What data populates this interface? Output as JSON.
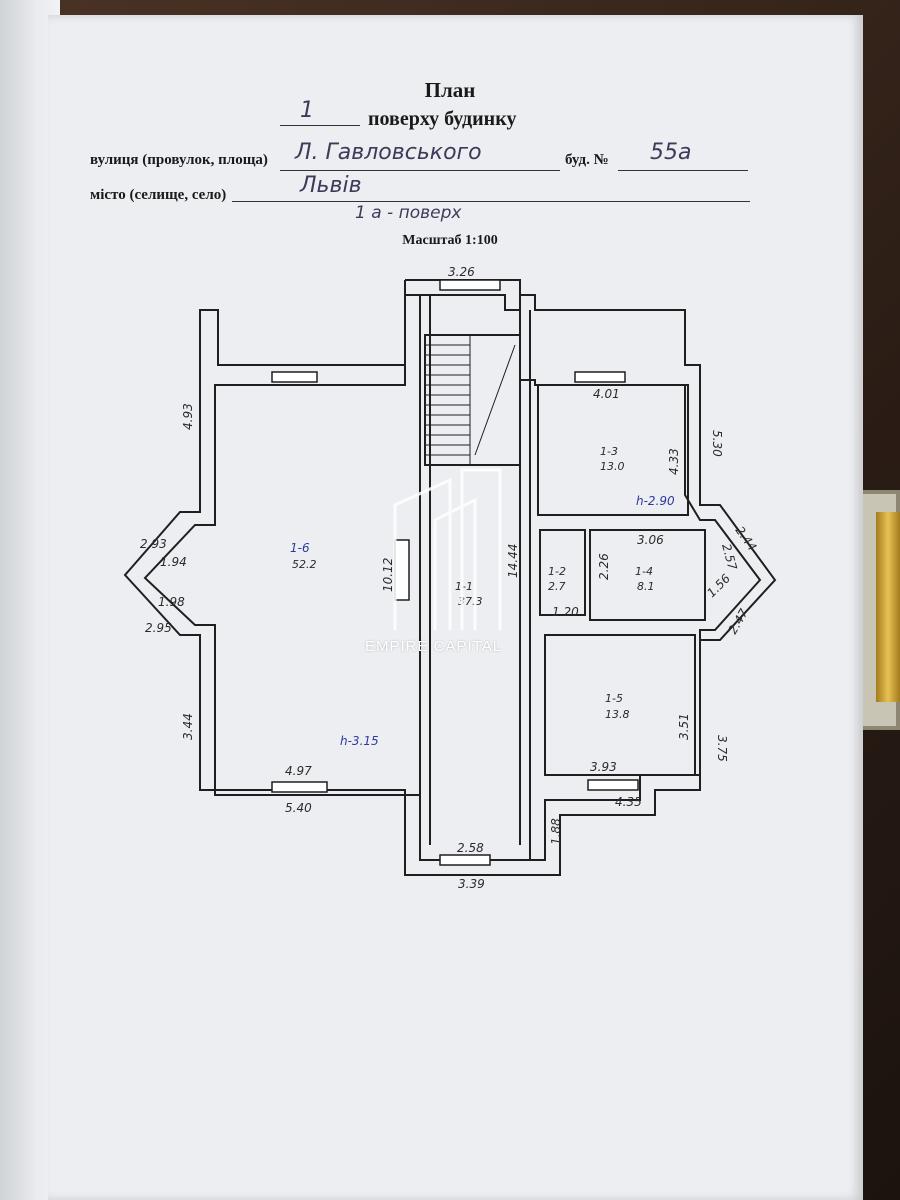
{
  "header": {
    "title": "План",
    "floor_number": "1",
    "floor_suffix": "поверху будинку",
    "street_label": "вулиця (провулок, площа)",
    "street_value": "Л. Гавловського",
    "building_label": "буд. №",
    "building_value": "55а",
    "city_label": "місто (селище, село)",
    "city_value": "Львів",
    "handwritten_note": "1 а - поверх",
    "scale": "Масштаб 1:100"
  },
  "rooms": [
    {
      "id": "1-6",
      "area": "52.2"
    },
    {
      "id": "1-1",
      "area": "37.3"
    },
    {
      "id": "1-2",
      "area": "2.7"
    },
    {
      "id": "1-3",
      "area": "13.0"
    },
    {
      "id": "1-4",
      "area": "8.1"
    },
    {
      "id": "1-5",
      "area": "13.8"
    }
  ],
  "heights": {
    "left": "h-3.15",
    "right": "h-2.90"
  },
  "dimensions": [
    "3.26",
    "4.93",
    "2.93",
    "1.94",
    "1.98",
    "2.95",
    "3.44",
    "4.97",
    "5.40",
    "10.12",
    "14.44",
    "2.58",
    "3.39",
    "1.88",
    "4.01",
    "5.30",
    "4.33",
    "3.06",
    "2.26",
    "1.20",
    "2.44",
    "2.57",
    "1.56",
    "2.47",
    "3.51",
    "3.75",
    "3.93",
    "4.35"
  ],
  "watermark": "EMPIRE CAPITAL"
}
